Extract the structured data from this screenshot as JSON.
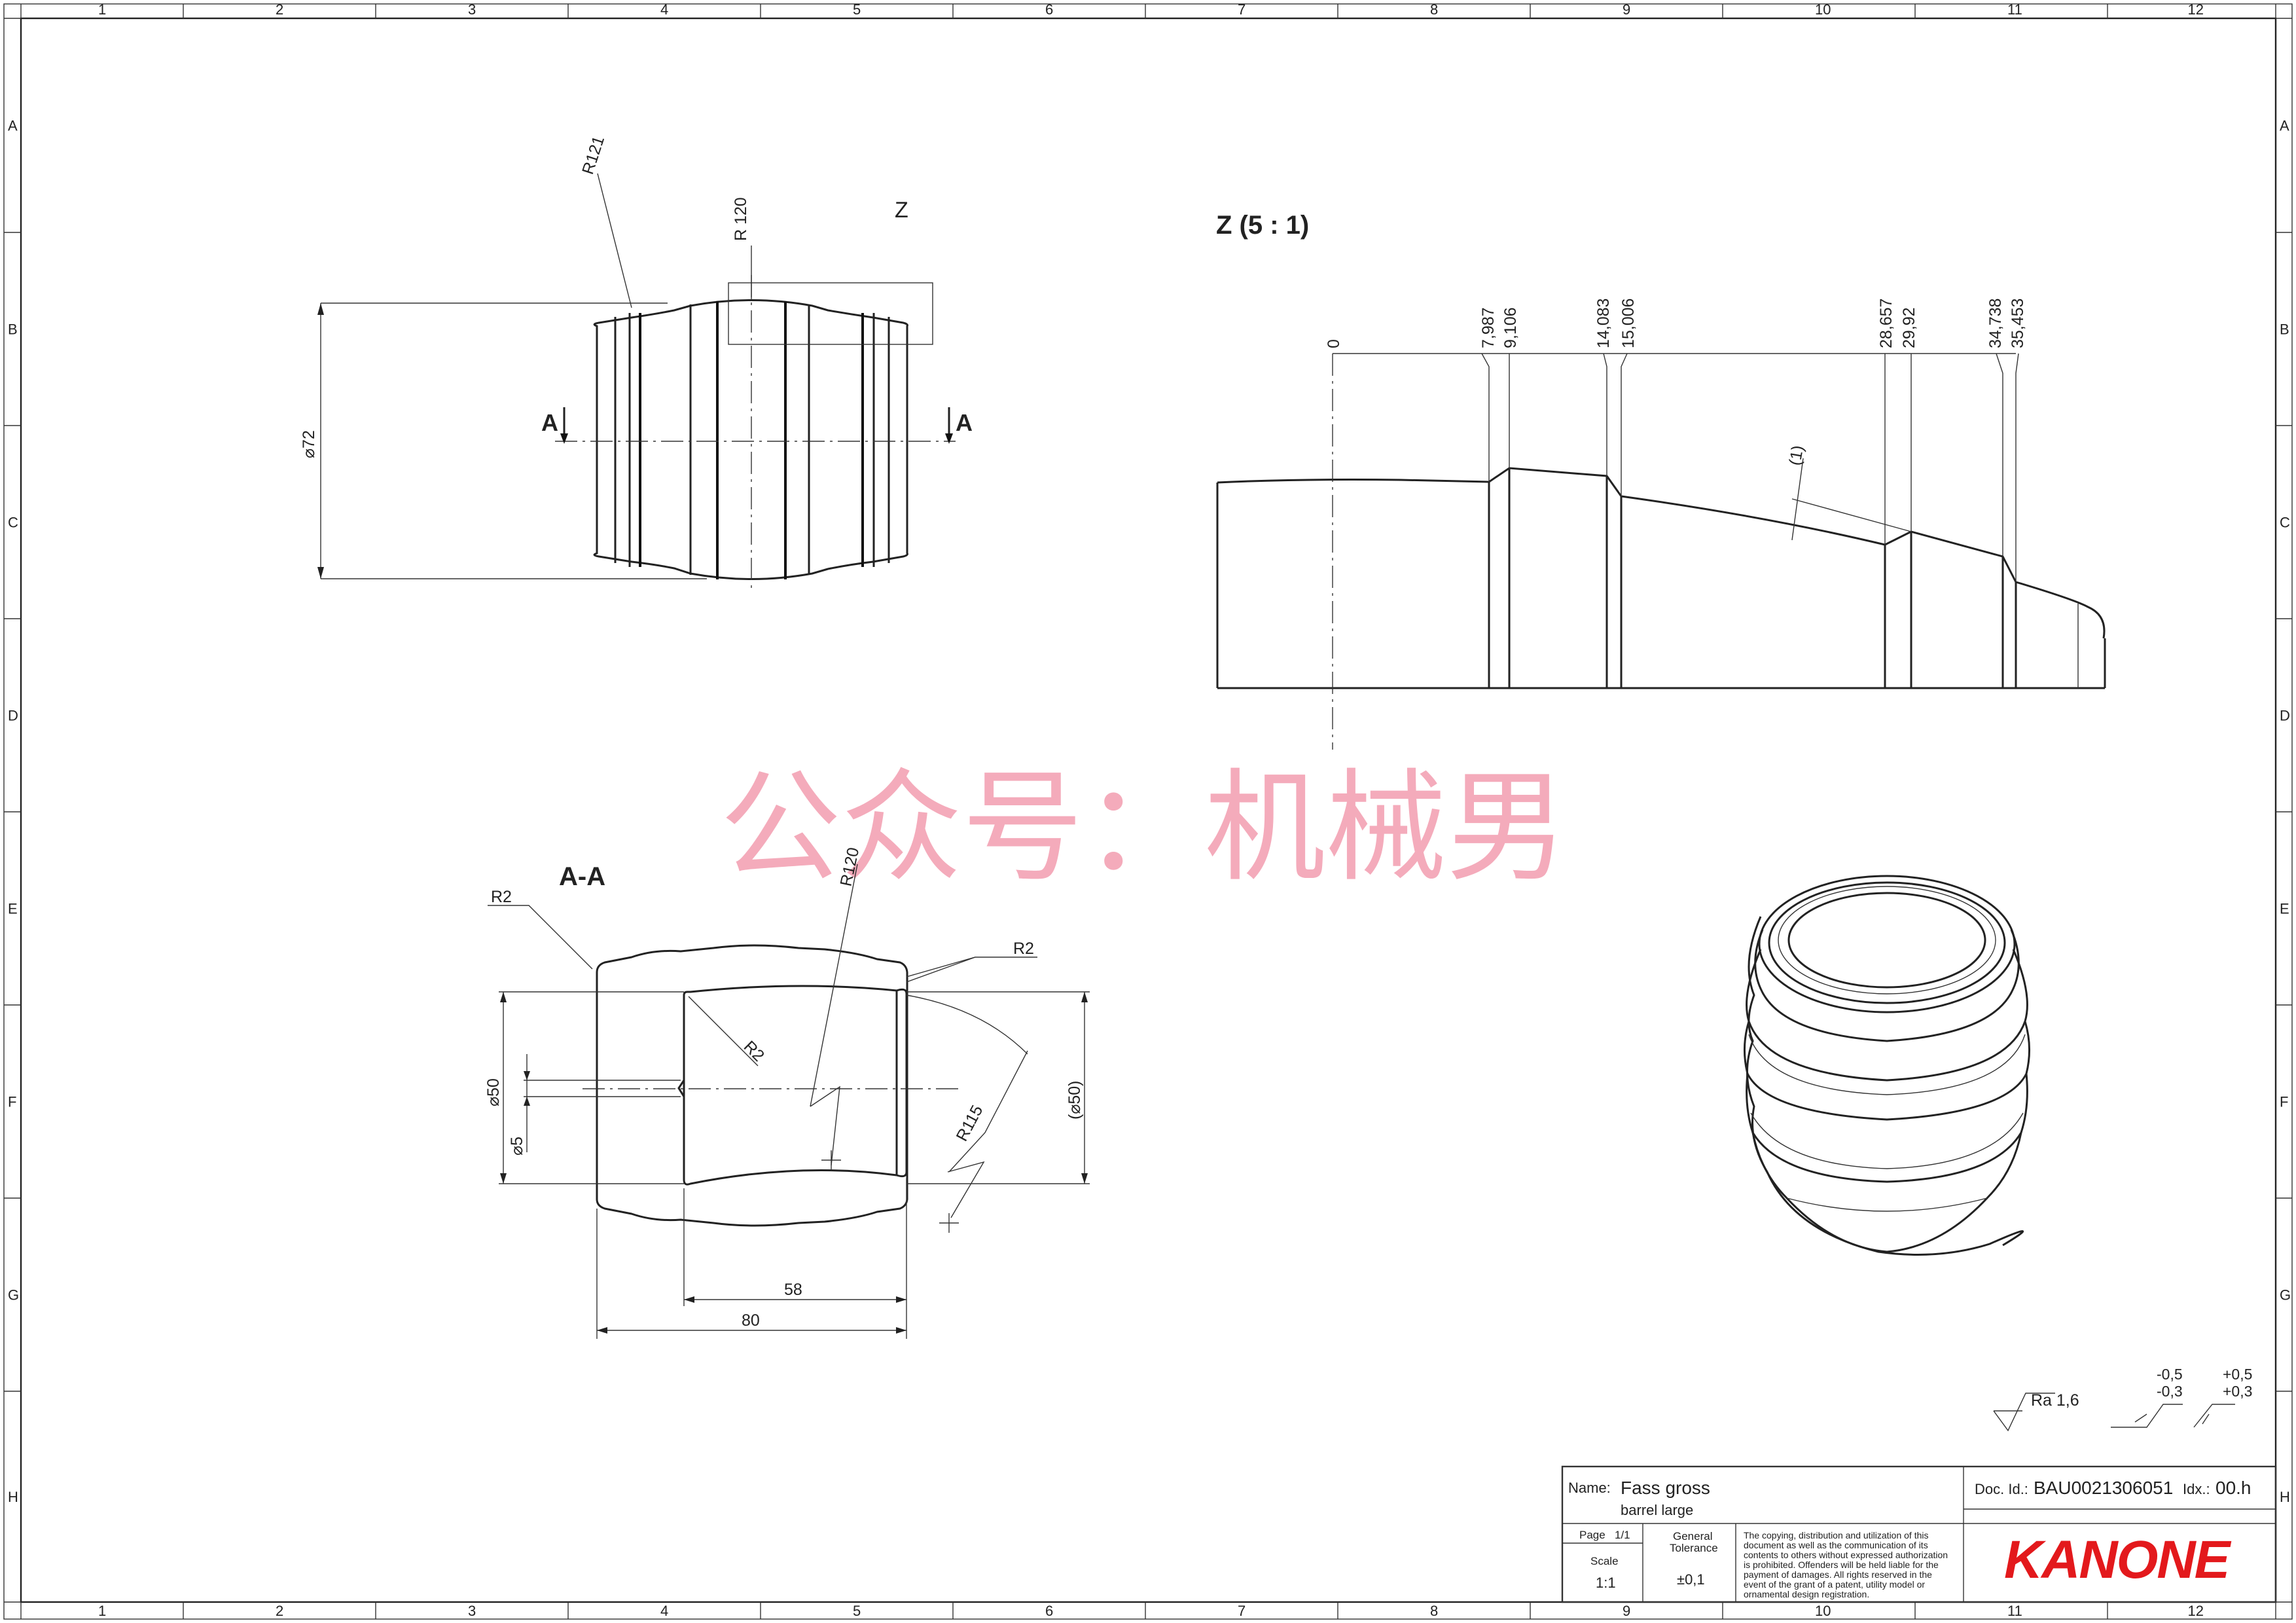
{
  "grid": {
    "columns": [
      "1",
      "2",
      "3",
      "4",
      "5",
      "6",
      "7",
      "8",
      "9",
      "10",
      "11",
      "12"
    ],
    "rows": [
      "A",
      "B",
      "C",
      "D",
      "E",
      "F",
      "G",
      "H"
    ]
  },
  "watermark": "公众号：机械男",
  "front_view": {
    "label_z": "Z",
    "radius_outer": "R121",
    "radius_top": "R 120",
    "diameter": "⌀72",
    "section_mark_left": "A",
    "section_mark_right": "A"
  },
  "detail_z": {
    "title": "Z  (5 : 1)",
    "ordinates": [
      "0",
      "7,987",
      "9,106",
      "14,083",
      "15,006",
      "28,657",
      "29,92",
      "34,738",
      "35,453"
    ],
    "note": "(1)"
  },
  "section_aa": {
    "title": "A-A",
    "r2_top_left": "R2",
    "r120": "R120",
    "r2_top_right": "R2",
    "r2_inner": "R2",
    "r115": "R115",
    "dia_inner": "⌀50",
    "dia_small": "⌀5",
    "dia_ref": "(⌀50)",
    "dim_58": "58",
    "dim_80": "80"
  },
  "surface": {
    "ra": "Ra 1,6",
    "tol_neg_1": "-0,5",
    "tol_neg_2": "-0,3",
    "tol_pos_1": "+0,5",
    "tol_pos_2": "+0,3"
  },
  "title_block": {
    "name_label": "Name:",
    "name": "Fass gross",
    "name_en": "barrel large",
    "doc_label": "Doc. Id.:",
    "doc_id": "BAU0021306051",
    "idx_label": "Idx.:",
    "idx": "00.h",
    "page_label": "Page",
    "page": "1/1",
    "scale_label": "Scale",
    "scale": "1:1",
    "tol_label_1": "General",
    "tol_label_2": "Tolerance",
    "tol_value": "±0,1",
    "copyright": [
      "The copying, distribution and utilization of this",
      "document as well as the communication of its",
      "contents to others without expressed authorization",
      "is prohibited. Offenders will be held liable for the",
      "payment of damages. All rights reserved in the",
      "event of the grant of a patent, utility model or",
      "ornamental design registration."
    ],
    "logo": "KANONE",
    "brand_color": "#e3191c"
  }
}
